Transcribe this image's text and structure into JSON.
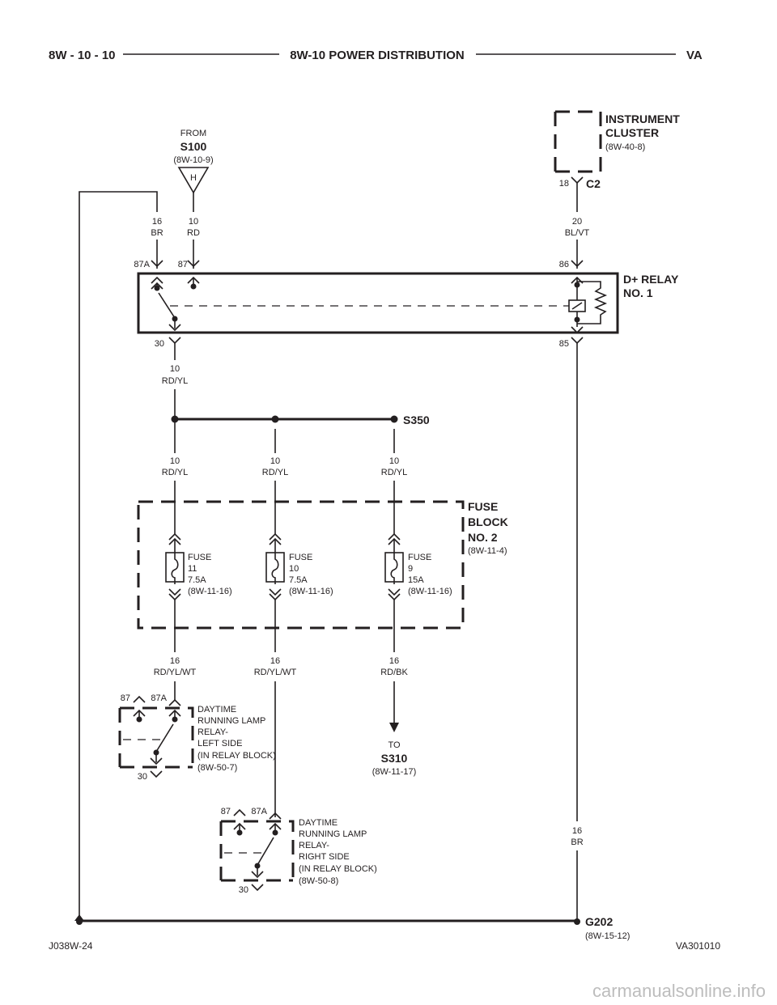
{
  "header": {
    "page_number": "8W - 10 - 10",
    "title": "8W-10 POWER DISTRIBUTION",
    "model": "VA"
  },
  "source_s100": {
    "from_label": "FROM",
    "splice": "S100",
    "ref": "(8W-10-9)",
    "connector_letter": "H"
  },
  "instrument_cluster": {
    "name_line1": "INSTRUMENT",
    "name_line2": "CLUSTER",
    "ref": "(8W-40-8)",
    "connector": "C2",
    "pin": "18"
  },
  "wires": {
    "br_top_gauge": "16",
    "br_top_color": "BR",
    "rd_top_gauge": "10",
    "rd_top_color": "RD",
    "cluster_gauge": "20",
    "cluster_color": "BL/VT",
    "relay_out_gauge": "10",
    "relay_out_color": "RD/YL",
    "fuse11_in_gauge": "10",
    "fuse11_in_color": "RD/YL",
    "fuse10_in_gauge": "10",
    "fuse10_in_color": "RD/YL",
    "fuse9_in_gauge": "10",
    "fuse9_in_color": "RD/YL",
    "fuse11_out_gauge": "16",
    "fuse11_out_color": "RD/YL/WT",
    "fuse10_out_gauge": "16",
    "fuse10_out_color": "RD/YL/WT",
    "fuse9_out_gauge": "16",
    "fuse9_out_color": "RD/BK",
    "ground_gauge": "16",
    "ground_color": "BR"
  },
  "d_plus_relay": {
    "name_line1": "D+ RELAY",
    "name_line2": "NO. 1",
    "pin_87a": "87A",
    "pin_87": "87",
    "pin_86": "86",
    "pin_30": "30",
    "pin_85": "85"
  },
  "splice_s350": "S350",
  "fuse_block": {
    "name_line1": "FUSE",
    "name_line2": "BLOCK",
    "name_line3": "NO. 2",
    "ref": "(8W-11-4)",
    "fuses": [
      {
        "word": "FUSE",
        "number": "11",
        "rating": "7.5A",
        "ref": "(8W-11-16)"
      },
      {
        "word": "FUSE",
        "number": "10",
        "rating": "7.5A",
        "ref": "(8W-11-16)"
      },
      {
        "word": "FUSE",
        "number": "9",
        "rating": "15A",
        "ref": "(8W-11-16)"
      }
    ]
  },
  "drl_left": {
    "line1": "DAYTIME",
    "line2": "RUNNING LAMP",
    "line3": "RELAY-",
    "line4": "LEFT SIDE",
    "line5": "(IN RELAY BLOCK)",
    "ref": "(8W-50-7)",
    "pin_87": "87",
    "pin_87a": "87A",
    "pin_30": "30"
  },
  "drl_right": {
    "line1": "DAYTIME",
    "line2": "RUNNING LAMP",
    "line3": "RELAY-",
    "line4": "RIGHT SIDE",
    "line5": "(IN RELAY BLOCK)",
    "ref": "(8W-50-8)",
    "pin_87": "87",
    "pin_87a": "87A",
    "pin_30": "30"
  },
  "to_s310": {
    "to_label": "TO",
    "splice": "S310",
    "ref": "(8W-11-17)"
  },
  "ground": {
    "name": "G202",
    "ref": "(8W-15-12)"
  },
  "footer": {
    "left_code": "J038W-24",
    "right_code": "VA301010",
    "watermark": "carmanualsonline.info"
  }
}
